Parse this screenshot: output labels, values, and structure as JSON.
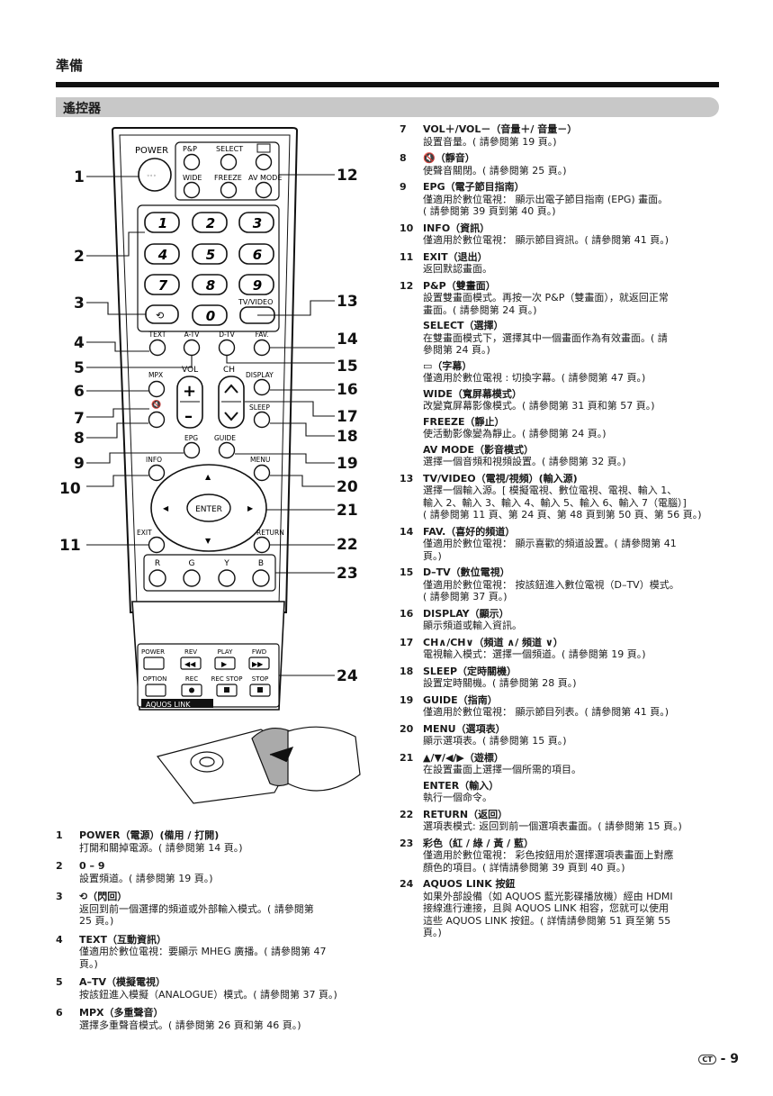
{
  "header": {
    "section": "準備",
    "subsection": "遙控器"
  },
  "remote": {
    "buttons": {
      "power": "POWER",
      "pp": "P&P",
      "select": "SELECT",
      "wide": "WIDE",
      "freeze": "FREEZE",
      "avmode": "AV MODE",
      "d1": "1",
      "d2": "2",
      "d3": "3",
      "d4": "4",
      "d5": "5",
      "d6": "6",
      "d7": "7",
      "d8": "8",
      "d9": "9",
      "d0": "0",
      "tvvideo": "TV/VIDEO",
      "text": "TEXT",
      "atv": "A-TV",
      "dtv": "D-TV",
      "fav": "FAV.",
      "vol": "VOL",
      "ch": "CH",
      "mpx": "MPX",
      "display": "DISPLAY",
      "sleep": "SLEEP",
      "epg": "EPG",
      "guide": "GUIDE",
      "info": "INFO",
      "menu": "MENU",
      "enter": "ENTER",
      "exit": "EXIT",
      "return": "RETURN",
      "r": "R",
      "g": "G",
      "y": "Y",
      "b": "B",
      "lpower": "POWER",
      "rev": "REV",
      "play": "PLAY",
      "fwd": "FWD",
      "option": "OPTION",
      "rec": "REC",
      "recstop": "REC STOP",
      "stop": "STOP",
      "aquos": "AQUOS LINK"
    },
    "callouts": [
      "1",
      "2",
      "3",
      "4",
      "5",
      "6",
      "7",
      "8",
      "9",
      "10",
      "11",
      "12",
      "13",
      "14",
      "15",
      "16",
      "17",
      "18",
      "19",
      "20",
      "21",
      "22",
      "23",
      "24"
    ]
  },
  "left_entries": [
    {
      "num": "1",
      "head": "POWER（電源）(備用 / 打開)",
      "body": [
        "打開和關掉電源。( 請參閱第 14 頁。)"
      ]
    },
    {
      "num": "2",
      "head": "0 – 9",
      "body": [
        "設置頻道。( 請參閱第 19 頁。)"
      ]
    },
    {
      "num": "3",
      "head": "⟲（閃回）",
      "body": [
        "返回到前一個選擇的頻道或外部輸入模式。( 請參閱第",
        "25 頁。)"
      ]
    },
    {
      "num": "4",
      "head": "TEXT（互動資訊）",
      "body": [
        "僅適用於數位電視：要顯示 MHEG 廣播。( 請參閱第 47",
        "頁。)"
      ]
    },
    {
      "num": "5",
      "head": "A–TV（模擬電視）",
      "body": [
        "按該鈕進入模擬（ANALOGUE）模式。( 請參閱第 37 頁。)"
      ]
    },
    {
      "num": "6",
      "head": "MPX（多重聲音）",
      "body": [
        "選擇多重聲音模式。( 請參閱第 26 頁和第 46 頁。)"
      ]
    }
  ],
  "right_entries": [
    {
      "num": "7",
      "head": "VOL＋/VOL－（音量＋/ 音量－）",
      "body": [
        "設置音量。( 請參閱第 19 頁。)"
      ]
    },
    {
      "num": "8",
      "head": "🔇（靜音）",
      "body": [
        "使聲音關閉。( 請參閱第 25 頁。)"
      ]
    },
    {
      "num": "9",
      "head": "EPG（電子節目指南）",
      "body": [
        "僅適用於數位電視： 顯示出電子節目指南 (EPG) 畫面。",
        "( 請參閱第 39 頁到第 40 頁。)"
      ]
    },
    {
      "num": "10",
      "head": "INFO（資訊）",
      "body": [
        "僅適用於數位電視： 顯示節目資訊。( 請參閱第 41 頁。)"
      ]
    },
    {
      "num": "11",
      "head": "EXIT（退出）",
      "body": [
        "返回默認畫面。"
      ]
    },
    {
      "num": "12",
      "head": "P&P（雙畫面）",
      "body": [
        "設置雙畫面模式。再按一次 P&P（雙畫面），就返回正常",
        "畫面。( 請參閱第 24 頁。)"
      ],
      "subs": [
        {
          "head": "SELECT（選擇）",
          "body": [
            "在雙畫面模式下，選擇其中一個畫面作為有效畫面。( 請",
            "參閱第 24 頁。)"
          ]
        },
        {
          "head": "▭（字幕）",
          "body": [
            "僅適用於數位電視 : 切換字幕。( 請參閱第 47 頁。)"
          ]
        },
        {
          "head": "WIDE（寬屏幕模式）",
          "body": [
            "改變寬屏幕影像模式。( 請參閱第 31 頁和第 57 頁。)"
          ]
        },
        {
          "head": "FREEZE（靜止）",
          "body": [
            "使活動影像變為靜止。( 請參閱第 24 頁。)"
          ]
        },
        {
          "head": "AV MODE（影音模式）",
          "body": [
            "選擇一個音頻和視頻設置。( 請參閱第 32 頁。)"
          ]
        }
      ]
    },
    {
      "num": "13",
      "head": "TV/VIDEO（電視/視頻）(輸入源)",
      "body": [
        "選擇一個輸入源。[ 模擬電視、數位電視、電視、輸入 1、",
        "輸入 2、輸入 3、輸入 4、輸入 5、輸入 6、輸入 7（電腦）]",
        "( 請參閱第 11 頁、第 24 頁、第 48 頁到第 50 頁、第 56 頁。)"
      ]
    },
    {
      "num": "14",
      "head": "FAV.（喜好的頻道）",
      "body": [
        "僅適用於數位電視： 顯示喜歡的頻道設置。( 請參閱第 41",
        "頁。)"
      ]
    },
    {
      "num": "15",
      "head": "D–TV（數位電視）",
      "body": [
        "僅適用於數位電視： 按該鈕進入數位電視（D–TV）模式。",
        "( 請參閱第 37 頁。)"
      ]
    },
    {
      "num": "16",
      "head": "DISPLAY（顯示）",
      "body": [
        "顯示頻道或輸入資訊。"
      ]
    },
    {
      "num": "17",
      "head": "CH∧/CH∨（頻道 ∧/ 頻道 ∨）",
      "body": [
        "電視輸入模式：選擇一個頻道。( 請參閱第 19 頁。)"
      ]
    },
    {
      "num": "18",
      "head": "SLEEP（定時關機）",
      "body": [
        "設置定時關機。( 請參閱第 28 頁。)"
      ]
    },
    {
      "num": "19",
      "head": "GUIDE（指南）",
      "body": [
        "僅適用於數位電視： 顯示節目列表。( 請參閱第 41 頁。)"
      ]
    },
    {
      "num": "20",
      "head": "MENU（選項表）",
      "body": [
        "顯示選項表。( 請參閱第 15 頁。)"
      ]
    },
    {
      "num": "21",
      "head": "▲/▼/◀/▶（遊標）",
      "body": [
        "在設置畫面上選擇一個所需的項目。"
      ],
      "subs": [
        {
          "head": "ENTER（輸入）",
          "body": [
            "執行一個命令。"
          ]
        }
      ]
    },
    {
      "num": "22",
      "head": "RETURN（返回）",
      "body": [
        "選項表模式: 返回到前一個選項表畫面。( 請參閱第 15 頁。)"
      ]
    },
    {
      "num": "23",
      "head": "彩色（紅 / 綠 / 黃 / 藍）",
      "body": [
        "僅適用於數位電視： 彩色按鈕用於選擇選項表畫面上對應",
        "顏色的項目。( 詳情請參閱第 39 頁到 40 頁。)"
      ]
    },
    {
      "num": "24",
      "head": "AQUOS LINK 按鈕",
      "body": [
        "如果外部設備（如 AQUOS 藍光影碟播放機）經由 HDMI",
        "接線進行連接，且與 AQUOS LINK 相容，您就可以使用",
        "這些 AQUOS LINK 按鈕。( 詳情請參閱第 51 頁至第 55",
        "頁。)"
      ]
    }
  ],
  "footer": {
    "lang": "CT",
    "page": "9"
  }
}
